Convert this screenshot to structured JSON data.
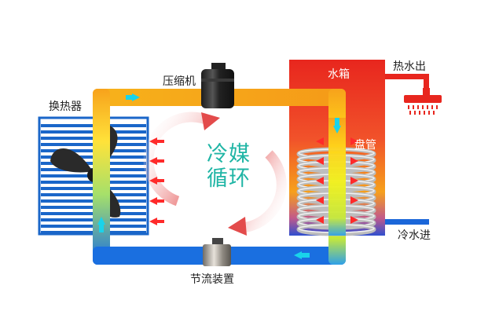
{
  "labels": {
    "heat_exchanger": "换热器",
    "compressor": "压缩机",
    "water_tank": "水箱",
    "hot_water_out": "热水出",
    "coil": "盘管",
    "cold_water_in": "冷水进",
    "expansion_valve": "节流装置",
    "refrigerant_line1": "冷媒",
    "refrigerant_line2": "循环"
  },
  "colors": {
    "cold_pipe": "#1a6fe0",
    "hot_pipe": "#f7a21b",
    "tank_top": "#e8261e",
    "tank_bottom": "#2f4fcf",
    "flow_arrow": "#19d3ea",
    "heat_arrow": "#ff2a2a",
    "shower": "#e8241e",
    "exchanger_grid": "#1a66c9",
    "center_text": "#1fb5a5"
  },
  "icons": [
    "fan-icon",
    "compressor-icon",
    "valve-icon",
    "shower-icon",
    "coil-icon",
    "cycle-arrows-icon"
  ]
}
